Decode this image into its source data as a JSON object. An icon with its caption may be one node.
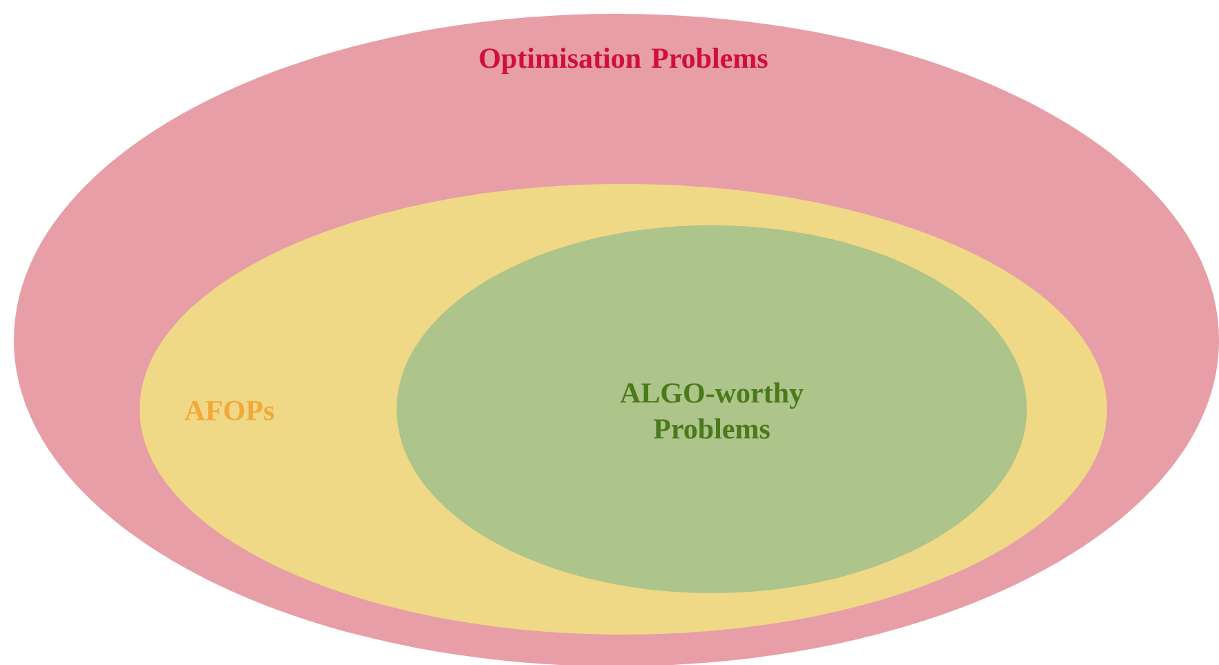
{
  "diagram": {
    "nodes": [
      {
        "text": [
          "Optimisation Problems"
        ]
      },
      {
        "text": [
          "AFOPs"
        ],
        "in": 0
      },
      {
        "text": [
          "ALGO-worthy Problems"
        ],
        "in": 1
      }
    ]
  }
}
